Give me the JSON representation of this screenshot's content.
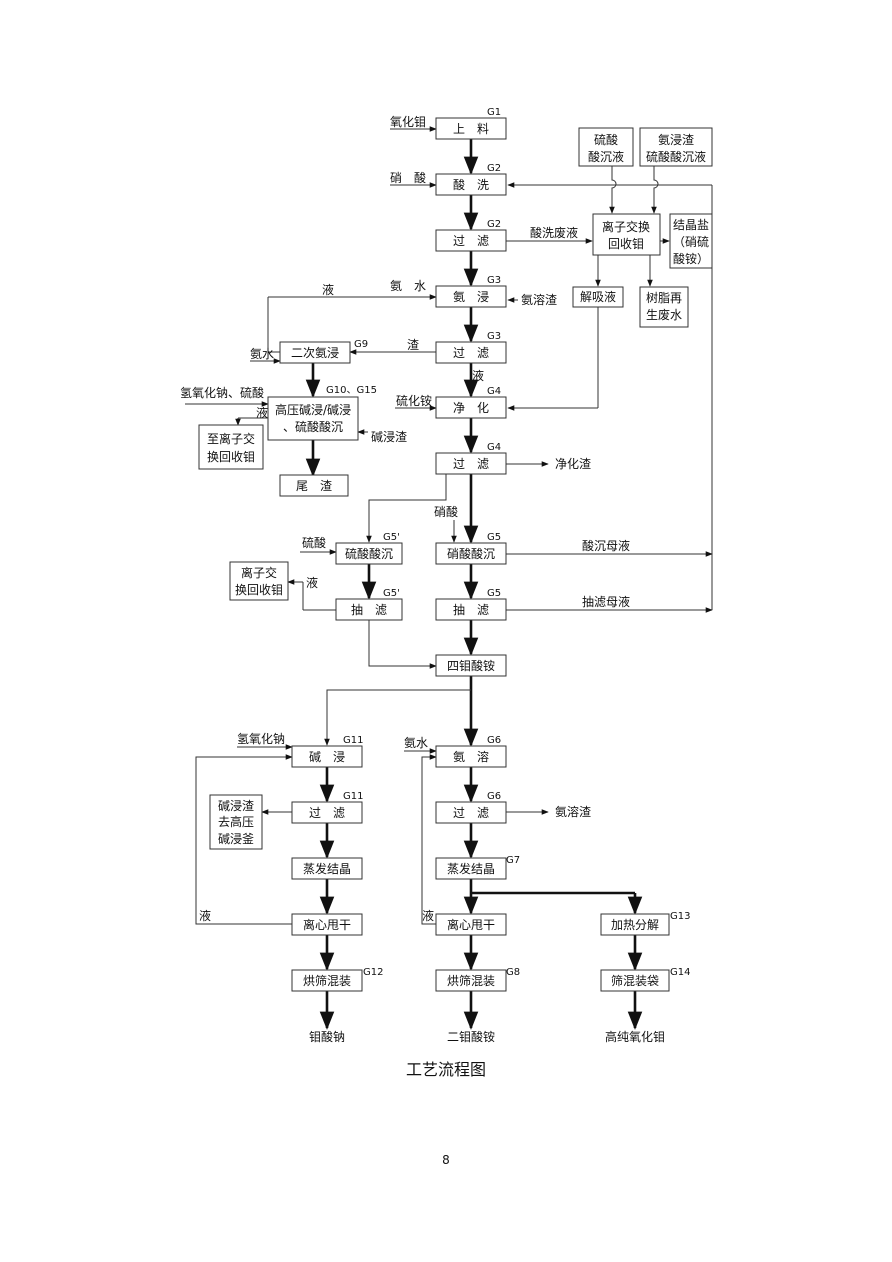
{
  "diagram": {
    "caption": "工艺流程图",
    "page_number": "8",
    "boxes": {
      "b_shangliao": "上　料",
      "b_suanxi": "酸　洗",
      "b_guolv1": "过　滤",
      "b_anjin": "氨　浸",
      "b_guolv2": "过　滤",
      "b_jinghua": "净　化",
      "b_guolv3": "过　滤",
      "b_xiaosuan_chen": "硝酸酸沉",
      "b_choulv": "抽　滤",
      "b_simu": "四钼酸铵",
      "b_ercianjin": "二次氨浸",
      "b_gaoya_1": "高压碱浸/碱浸",
      "b_gaoya_2": "、硫酸酸沉",
      "b_weizha": "尾　渣",
      "b_zhilizi_1": "至离子交",
      "b_zhilizi_2": "换回收钼",
      "b_liusuan_chen": "硫酸酸沉",
      "b_choulv2": "抽　滤",
      "b_lizi2_1": "离子交",
      "b_lizi2_2": "换回收钼",
      "b_liusuan_muye_1": "硫酸",
      "b_liusuan_muye_2": "酸沉液",
      "b_anjinzha_1": "氨浸渣",
      "b_anjinzha_2": "硫酸酸沉液",
      "b_lizihuishou_1": "离子交换",
      "b_lizihuishou_2": "回收钼",
      "b_jiejingyan_1": "结晶盐",
      "b_jiejingyan_2": "（硝硫",
      "b_jiejingyan_3": "酸铵）",
      "b_jiexiye": "解吸液",
      "b_shuzhi_1": "树脂再",
      "b_shuzhi_2": "生废水",
      "b_jianjin": "碱　浸",
      "b_guolv4": "过　滤",
      "b_zhengfa1": "蒸发结晶",
      "b_lixin1": "离心甩干",
      "b_hongshai1": "烘筛混装",
      "b_jianjinzha_1": "碱浸渣",
      "b_jianjinzha_2": "去高压",
      "b_jianjinzha_3": "碱浸釜",
      "b_anrong": "氨　溶",
      "b_guolv5": "过　滤",
      "b_zhengfa2": "蒸发结晶",
      "b_lixin2": "离心甩干",
      "b_hongshai2": "烘筛混装",
      "b_jiare": "加热分解",
      "b_shaihun": "筛混装袋"
    },
    "labels": {
      "in_yanghuamu": "氧化钼",
      "in_xiaosuan": "硝　酸",
      "out_suanxifeiye": "酸洗废液",
      "in_anshui": "氨　水",
      "lbl_ye_top": "液",
      "in_anrongzha": "氨溶渣",
      "lbl_zha": "渣",
      "lbl_ye_mid": "液",
      "in_anshui2": "氨水",
      "in_qingyang_liusuan": "氢氧化钠、硫酸",
      "lbl_ye_gaoya": "液",
      "in_jianjinzha": "碱浸渣",
      "in_liuhuaan": "硫化铵",
      "out_jinghuazha": "净化渣",
      "in_xiaosuan2": "硝酸",
      "in_liusuan": "硫酸",
      "lbl_ye_lizi": "液",
      "out_suanchenmuye": "酸沉母液",
      "out_choulvmuye": "抽滤母液",
      "in_qingyanghuana": "氢氧化钠",
      "in_anshui3": "氨水",
      "out_anrongzha": "氨溶渣",
      "lbl_ye_left": "液",
      "lbl_ye_mid2": "液",
      "prod_mosuanna": "钼酸钠",
      "prod_ermusuanan": "二钼酸铵",
      "prod_gaochun": "高纯氧化钼"
    },
    "tags": {
      "g_shangliao": "G1",
      "g_suanxi": "G2",
      "g_guolv1": "G2",
      "g_anjin": "G3",
      "g_guolv2": "G3",
      "g_jinghua": "G4",
      "g_guolv3": "G4",
      "g_xiaosuan_chen": "G5",
      "g_choulv": "G5",
      "g_ercianjin": "G9",
      "g_gaoya": "G10、G15",
      "g_liusuan_chen": "G5'",
      "g_choulv2": "G5'",
      "g_jianjin": "G11",
      "g_guolv4": "G11",
      "g_hongshai1": "G12",
      "g_anrong": "G6",
      "g_guolv5": "G6",
      "g_zhengfa2": "G7",
      "g_hongshai2": "G8",
      "g_jiare": "G13",
      "g_shaihun": "G14"
    }
  }
}
